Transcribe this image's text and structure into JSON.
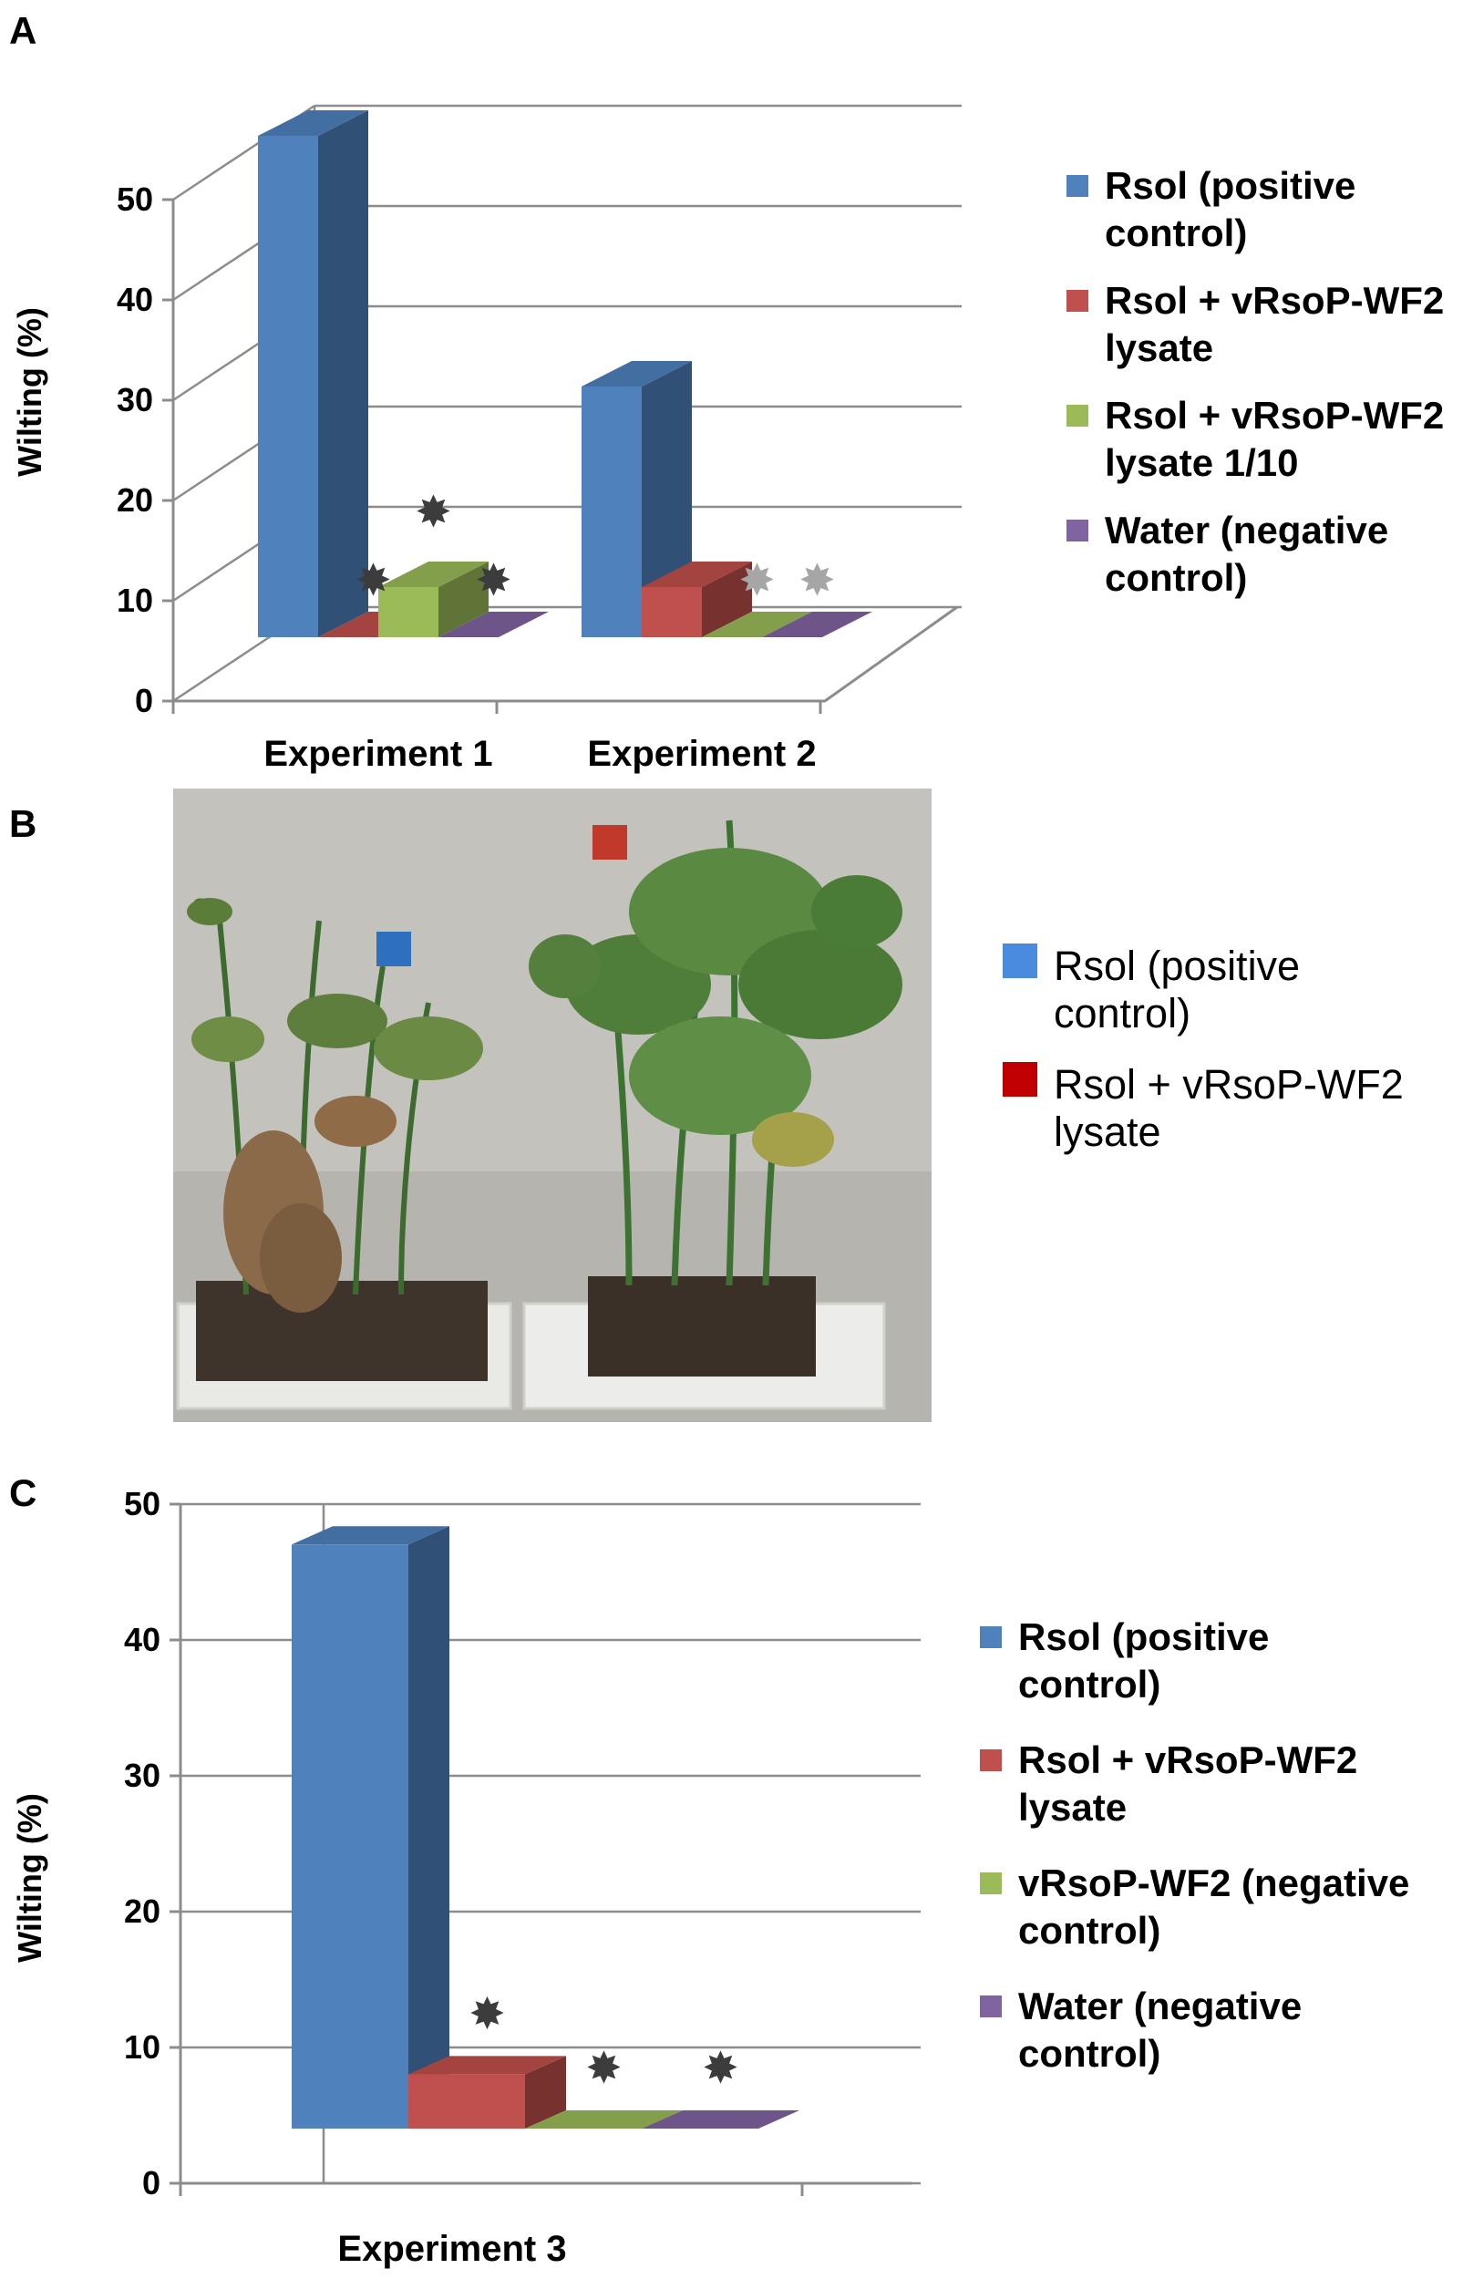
{
  "panelA": {
    "letter": "A",
    "chart_data": {
      "type": "bar",
      "ylabel": "Wilting (%)",
      "ylim": [
        0,
        50
      ],
      "yticks": [
        "0",
        "10",
        "20",
        "30",
        "40",
        "50"
      ],
      "categories": [
        "Experiment 1",
        "Experiment 2"
      ],
      "series": [
        {
          "name": "Rsol (positive control)",
          "legend_lines": [
            "Rsol (positive",
            "control)"
          ],
          "values": [
            50,
            25
          ],
          "color": "#4f81bd"
        },
        {
          "name": "Rsol + vRsoP-WF2 lysate",
          "legend_lines": [
            "Rsol + vRsoP-WF2",
            "lysate"
          ],
          "values": [
            0,
            5
          ],
          "color": "#c0504d"
        },
        {
          "name": "Rsol + vRsoP-WF2 lysate 1/10",
          "legend_lines": [
            "Rsol + vRsoP-WF2",
            "lysate 1/10"
          ],
          "values": [
            5,
            0
          ],
          "color": "#9bbb59"
        },
        {
          "name": "Water (negative control)",
          "legend_lines": [
            "Water (negative",
            "control)"
          ],
          "values": [
            0,
            0
          ],
          "color": "#8064a2"
        }
      ],
      "significance_markers": [
        {
          "category": "Experiment 1",
          "series": 1,
          "symbol": "✸",
          "color": "#3c3c3c"
        },
        {
          "category": "Experiment 1",
          "series": 2,
          "symbol": "✸",
          "color": "#3c3c3c"
        },
        {
          "category": "Experiment 1",
          "series": 3,
          "symbol": "✸",
          "color": "#3c3c3c"
        },
        {
          "category": "Experiment 2",
          "series": 2,
          "symbol": "✸",
          "color": "#a6a6a6"
        },
        {
          "category": "Experiment 2",
          "series": 3,
          "symbol": "✸",
          "color": "#a6a6a6"
        }
      ],
      "legend_position": "right",
      "grid": true
    }
  },
  "panelB": {
    "letter": "B",
    "photo_markers": [
      {
        "color": "#2e6fc0",
        "label_lines": [
          "Rsol (positive",
          "control)"
        ]
      },
      {
        "color": "#c0392b",
        "label_lines": [
          "Rsol + vRsoP-WF2",
          "lysate"
        ]
      }
    ],
    "legend": [
      {
        "color": "#4a8be0",
        "lines": [
          "Rsol (positive",
          "control)"
        ]
      },
      {
        "color": "#c00000",
        "lines": [
          "Rsol + vRsoP-WF2",
          "lysate"
        ]
      }
    ]
  },
  "panelC": {
    "letter": "C",
    "chart_data": {
      "type": "bar",
      "ylabel": "Wilting (%)",
      "ylim": [
        0,
        50
      ],
      "yticks": [
        "0",
        "10",
        "20",
        "30",
        "40",
        "50"
      ],
      "categories": [
        "Experiment 3"
      ],
      "series": [
        {
          "name": "Rsol (positive control)",
          "legend_lines": [
            "Rsol (positive",
            "control)"
          ],
          "values": [
            43
          ],
          "color": "#4f81bd"
        },
        {
          "name": "Rsol + vRsoP-WF2 lysate",
          "legend_lines": [
            "Rsol + vRsoP-WF2",
            "lysate"
          ],
          "values": [
            4
          ],
          "color": "#c0504d"
        },
        {
          "name": "vRsoP-WF2 (negative control)",
          "legend_lines": [
            "vRsoP-WF2 (negative",
            "control)"
          ],
          "values": [
            0
          ],
          "color": "#9bbb59"
        },
        {
          "name": "Water (negative control)",
          "legend_lines": [
            "Water (negative",
            "control)"
          ],
          "values": [
            0
          ],
          "color": "#8064a2"
        }
      ],
      "significance_markers": [
        {
          "category": "Experiment 3",
          "series": 1,
          "symbol": "✸",
          "color": "#3c3c3c"
        },
        {
          "category": "Experiment 3",
          "series": 2,
          "symbol": "✸",
          "color": "#3c3c3c"
        },
        {
          "category": "Experiment 3",
          "series": 3,
          "symbol": "✸",
          "color": "#3c3c3c"
        }
      ],
      "legend_position": "right",
      "grid": true
    }
  }
}
